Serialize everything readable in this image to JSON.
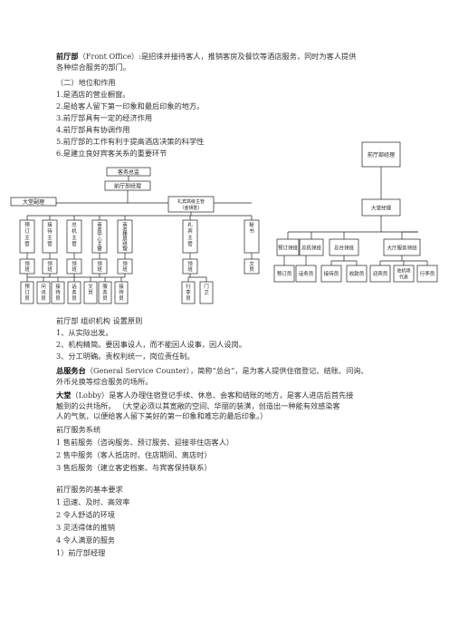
{
  "intro": {
    "term": "前厅部",
    "rest1": "（Front Office）:是招徕并接待客人，推销客房及餐饮等酒店服务，同时为客人提供",
    "rest2": "各种综合服务的部门。"
  },
  "position": {
    "heading": "（二）地位和作用",
    "items": [
      "1.是酒店的营业橱窗。",
      "2.是给客人留下第一印象和最后印象的地方。",
      "3.前厅部具有一定的经济作用",
      "4.前厅部具有协调作用",
      "5.前厅部的工作有利于提高酒店决策的科学性",
      "6.是建立良好宾客关系的重要环节"
    ]
  },
  "chart1": {
    "top": "客务总监",
    "manager": "前厅部经理",
    "lobby_manager": "大堂副理",
    "assistant": "礼宾高级主管（金钥匙）",
    "supervisors": [
      "预订主管",
      "接待主管",
      "总机主管",
      "商务中心主管",
      "商务楼层经理",
      "礼宾主管",
      "秘书"
    ],
    "leads": [
      "领班",
      "领班",
      "领班",
      "领班",
      "领班",
      "领班",
      "文员"
    ],
    "staff": [
      "预订员",
      "问讯员",
      "接待员",
      "话务员",
      "文员",
      "服务员",
      "接待员",
      "行李员",
      "门卫"
    ]
  },
  "chart2": {
    "top": "前厅部经理",
    "lobby": "大堂经理",
    "mid": [
      "预订领班",
      "总机领班",
      "总台领班",
      "大厅服务领班"
    ],
    "staff": [
      "预订员",
      "话务员",
      "接待员",
      "收款员",
      "迎宾员",
      "驻机场代表",
      "行李员"
    ]
  },
  "org_principles": {
    "heading": "前厅部  组织机构  设置原则",
    "items": [
      "1、从实际出发。",
      "2、机构精简。要因事设人，而不能因人设事，因人设岗。",
      "3、分工明确。责权利统一，岗位责任制。"
    ]
  },
  "front_desk": {
    "term": "总服务台",
    "rest1": "（General Service Counter），简称“总台”，是为客人提供住宿登记、结账、问询、",
    "rest2": "外币兑换等综合服务的场所。"
  },
  "lobby_def": {
    "term": "大堂",
    "rest1": "（Lobby）是客人办理住宿登记手续、休息、会客和结账的地方，是客人进店后首先接",
    "rest2": "触到的公共场所。        （大堂必须以其宽敞的空间、华丽的装潢，创造出一种能有效感染客",
    "rest3": "人的气氛，以便给客人留下美好的第一印象和难忘的最后印象。）"
  },
  "service_system": {
    "heading": "前厅服务系统",
    "items": [
      "1    售前服务（咨询服务、预订服务、迎接非住店客人）",
      "2    售中服务（客人抵店时、住店期间、离店时）",
      "3      售后服务（建立客史档案、与宾客保持联系）"
    ]
  },
  "requirements": {
    "heading": "前厅服务的基本要求",
    "items": [
      "1    迅速、及时、高效率",
      "2    令人舒适的环境",
      "3    灵活得体的推销",
      "4    令人满意的服务"
    ],
    "last": "1）前厅部经理"
  }
}
